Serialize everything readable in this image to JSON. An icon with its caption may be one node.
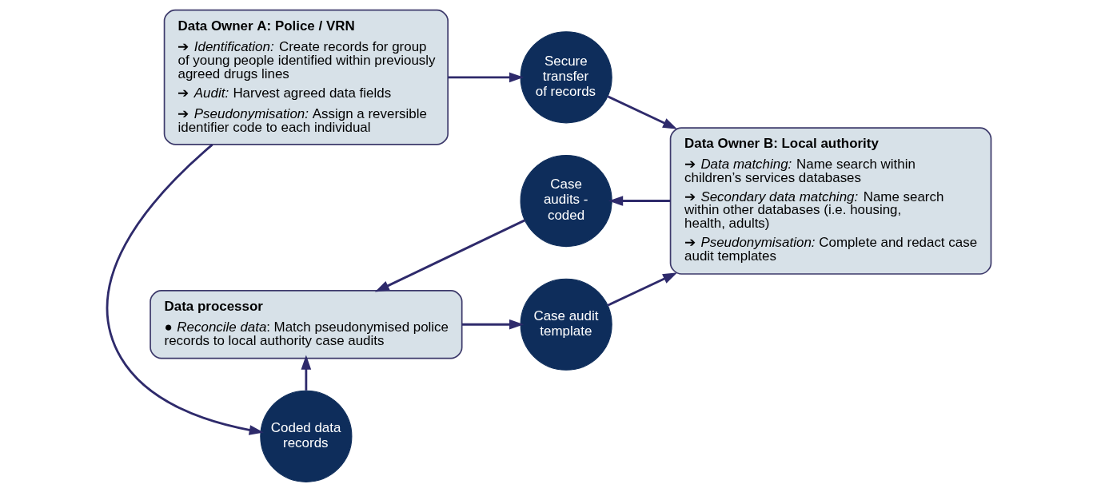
{
  "diagram": {
    "nodes": [
      {
        "text": [
          "Data Owner A: Police / VRN",
          "➔ *Identification:* Create records for group of young people identified within previously agreed drugs lines",
          "➔ *Audit:* Harvest agreed data fields",
          "➔ *Pseudonymisation:* Assign a reversible identifier code to each individual"
        ]
      },
      {
        "text": [
          "Secure transfer of records"
        ]
      },
      {
        "text": [
          "Data Owner B: Local authority",
          "➔ *Data matching:* Name search within children’s services databases",
          "➔ *Secondary data matching:* Name search within other databases (i.e. housing, health, adults)",
          "➔ *Pseudonymisation:* Complete and redact case audit templates"
        ]
      },
      {
        "text": [
          "Coded data records"
        ]
      },
      {
        "text": [
          "Case audit template"
        ]
      },
      {
        "text": [
          "Case audits - coded"
        ]
      },
      {
        "text": [
          "Data processor",
          "● *Reconcile data*: Match pseudonymised police records to local authority case audits"
        ]
      }
    ],
    "edges": [
      {
        "from": 0,
        "to": 1,
        "arrow": "to"
      },
      {
        "from": 1,
        "to": 2,
        "arrow": "to"
      },
      {
        "from": 4,
        "to": 2,
        "arrow": "to"
      },
      {
        "from": 0,
        "to": 3,
        "arrow": "to"
      },
      {
        "from": 3,
        "to": 6,
        "arrow": "to"
      },
      {
        "from": 6,
        "to": 4,
        "arrow": "to"
      },
      {
        "from": 2,
        "to": 5,
        "arrow": "to"
      },
      {
        "from": 5,
        "to": 6,
        "arrow": "to"
      }
    ]
  }
}
